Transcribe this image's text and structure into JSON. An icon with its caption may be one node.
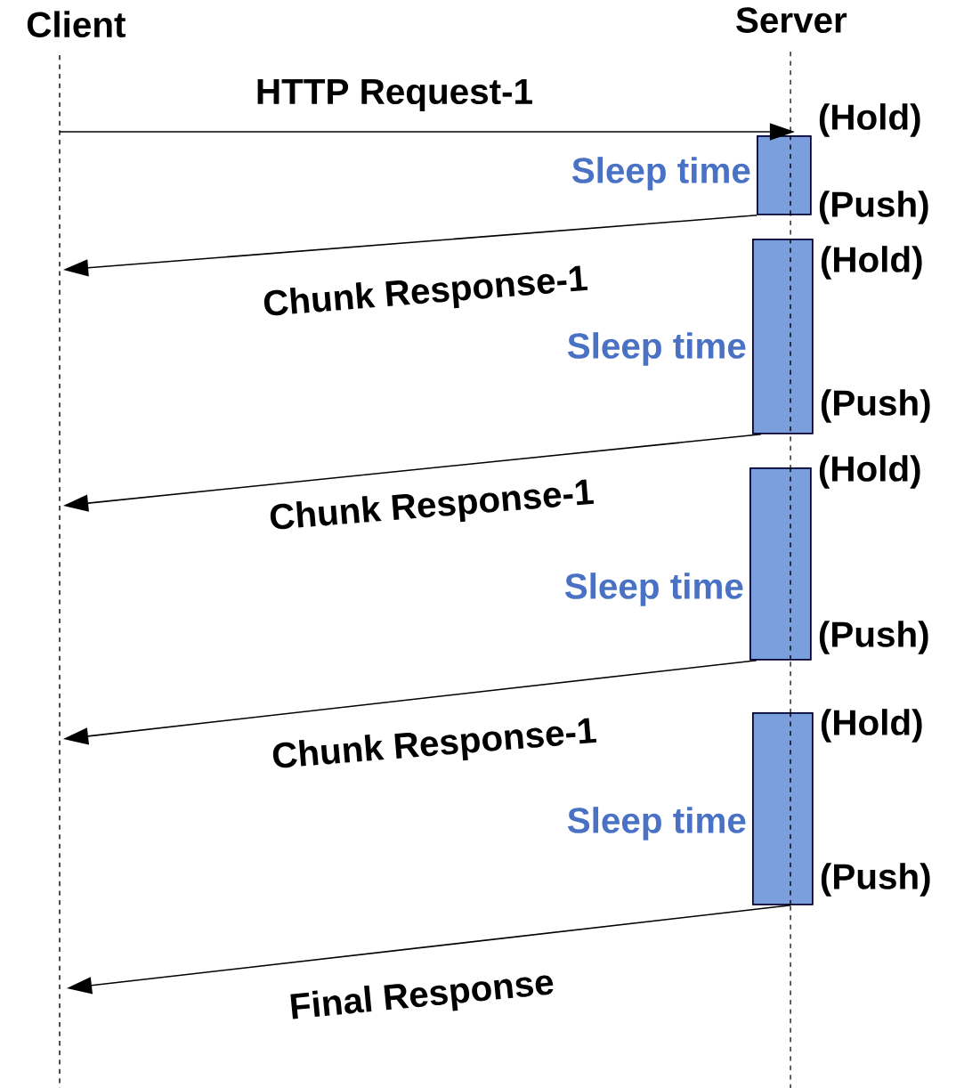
{
  "diagram": {
    "nodes": [
      {
        "text": [
          "Client"
        ]
      },
      {
        "text": [
          "Server"
        ]
      },
      {
        "text": [],
        "shape": "bar",
        "in": 1,
        "beside": [
          "Sleep time",
          "(Hold)",
          "(Push)"
        ]
      },
      {
        "text": [],
        "shape": "bar",
        "in": 1,
        "beside": [
          "Sleep time",
          "(Hold)",
          "(Push)"
        ]
      },
      {
        "text": [],
        "shape": "bar",
        "in": 1,
        "beside": [
          "Sleep time",
          "(Hold)",
          "(Push)"
        ]
      },
      {
        "text": [],
        "shape": "bar",
        "in": 1,
        "beside": [
          "Sleep time",
          "(Hold)",
          "(Push)"
        ]
      }
    ],
    "edges": [
      {
        "from": 0,
        "to": 2,
        "arrow": "to",
        "label": "HTTP Request-1"
      },
      {
        "from": 2,
        "to": 0,
        "arrow": "to",
        "label": "Chunk Response-1"
      },
      {
        "from": 3,
        "to": 0,
        "arrow": "to",
        "label": "Chunk Response-1"
      },
      {
        "from": 4,
        "to": 0,
        "arrow": "to",
        "label": "Chunk Response-1"
      },
      {
        "from": 5,
        "to": 0,
        "arrow": "to",
        "label": "Final Response"
      }
    ]
  }
}
